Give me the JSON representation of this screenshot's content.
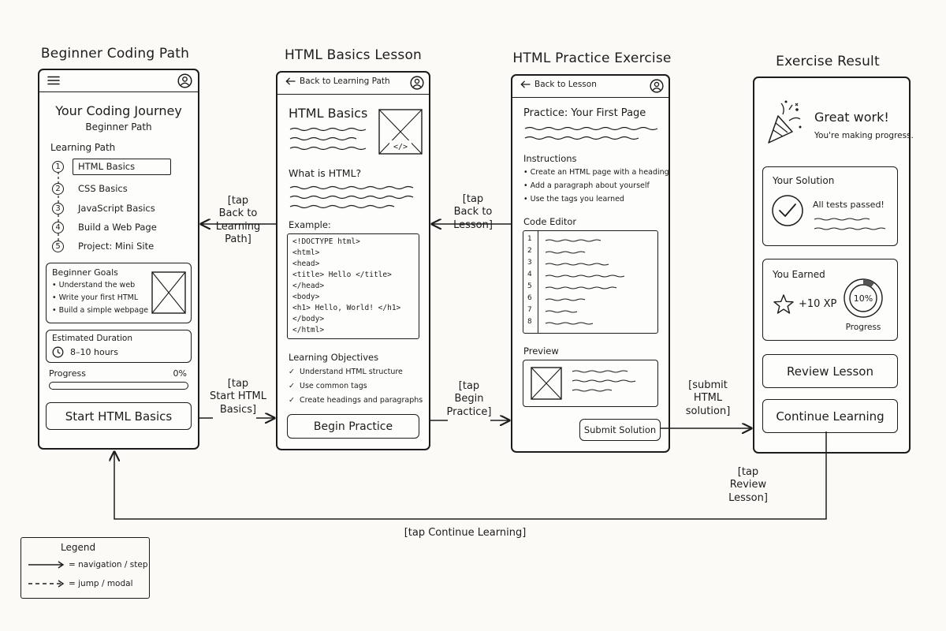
{
  "screens": {
    "path": {
      "title": "Beginner Coding Path",
      "heading": "Your Coding Journey",
      "subheading": "Beginner Path",
      "learning_path_label": "Learning Path",
      "steps": [
        {
          "num": "1",
          "label": "HTML Basics"
        },
        {
          "num": "2",
          "label": "CSS Basics"
        },
        {
          "num": "3",
          "label": "JavaScript Basics"
        },
        {
          "num": "4",
          "label": "Build a Web Page"
        },
        {
          "num": "5",
          "label": "Project: Mini Site"
        }
      ],
      "goals_title": "Beginner Goals",
      "goals": [
        "Understand the web",
        "Write your first HTML",
        "Build a simple webpage"
      ],
      "duration_label": "Estimated Duration",
      "duration_value": "8–10 hours",
      "progress_label": "Progress",
      "progress_value": "0%",
      "progress_fraction": 0,
      "cta": "Start HTML Basics"
    },
    "lesson": {
      "title": "HTML Basics Lesson",
      "back": "Back to Learning Path",
      "heading": "HTML Basics",
      "what_is": "What is HTML?",
      "example_label": "Example:",
      "code_lines": [
        "<!DOCTYPE html>",
        "<html>",
        "  <head>",
        "    <title> Hello </title>",
        "  </head>",
        "  <body>",
        "    <h1> Hello, World! </h1>",
        "  </body>",
        "</html>"
      ],
      "objectives_label": "Learning Objectives",
      "objectives": [
        "Understand HTML structure",
        "Use common tags",
        "Create headings and paragraphs"
      ],
      "cta": "Begin Practice"
    },
    "practice": {
      "title": "HTML Practice Exercise",
      "back": "Back to Lesson",
      "heading": "Practice: Your First Page",
      "instructions_label": "Instructions",
      "instructions": [
        "Create an HTML page with a heading",
        "Add a paragraph about yourself",
        "Use the tags you learned"
      ],
      "editor_label": "Code Editor",
      "line_numbers": [
        "1",
        "2",
        "3",
        "4",
        "5",
        "6",
        "7",
        "8"
      ],
      "preview_label": "Preview",
      "cta": "Submit Solution"
    },
    "result": {
      "title": "Exercise Result",
      "headline": "Great work!",
      "subline": "You're making progress.",
      "solution_label": "Your Solution",
      "solution_status": "All tests passed!",
      "earned_label": "You Earned",
      "xp": "+10 XP",
      "progress_value": "10%",
      "progress_fraction": 0.1,
      "progress_label": "Progress",
      "review_button": "Review Lesson",
      "continue_button": "Continue Learning"
    }
  },
  "annotations": {
    "back_to_path": "[tap\nBack to\nLearning\nPath]",
    "start_html": "[tap\nStart HTML\nBasics]",
    "back_to_lesson": "[tap\nBack to\nLesson]",
    "begin_practice": "[tap\nBegin\nPractice]",
    "submit": "[submit\nHTML\nsolution]",
    "review": "[tap\nReview\nLesson]",
    "continue": "[tap Continue Learning]"
  },
  "legend": {
    "title": "Legend",
    "solid": "= navigation / step",
    "dashed": "= jump / modal"
  },
  "icons": [
    "menu-icon",
    "user-icon",
    "back-arrow-icon",
    "image-placeholder-icon",
    "clock-icon",
    "check-icon",
    "party-popper-icon",
    "checkmark-circle-icon",
    "star-icon"
  ]
}
